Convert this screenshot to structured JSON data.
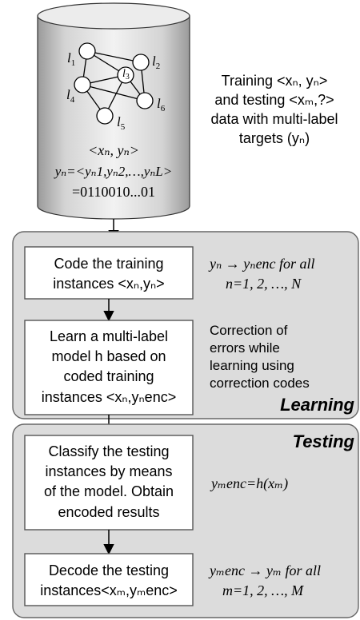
{
  "graph": {
    "nodes": [
      {
        "id": "l1",
        "label": "l",
        "sub": "1"
      },
      {
        "id": "l2",
        "label": "l",
        "sub": "2"
      },
      {
        "id": "l3",
        "label": "l",
        "sub": "3"
      },
      {
        "id": "l4",
        "label": "l",
        "sub": "4"
      },
      {
        "id": "l5",
        "label": "l",
        "sub": "5"
      },
      {
        "id": "l6",
        "label": "l",
        "sub": "6"
      }
    ]
  },
  "cylinder": {
    "pair": "<xₙ, yₙ>",
    "vector": "yₙ=<yₙ1,yₙ2,…,yₙL>",
    "code": "=0110010...01"
  },
  "data_note": {
    "line1": "Training <xₙ, yₙ>",
    "line2": "and testing <xₘ,?>",
    "line3": "data with multi-label",
    "line4": "targets (yₙ)"
  },
  "learning": {
    "title": "Learning",
    "step1": {
      "line1": "Code the training",
      "line2": "instances <xₙ,yₙ>"
    },
    "step1_formula": {
      "line1": "yₙ → yₙenc for all",
      "line2": "n=1, 2, …, N"
    },
    "step2": {
      "line1": "Learn a multi-label",
      "line2": "model h based on",
      "line3": "coded training",
      "line4": "instances <xₙ,yₙenc>"
    },
    "step2_note": {
      "line1": "Correction of",
      "line2": "errors while",
      "line3": "learning using",
      "line4": "correction codes"
    }
  },
  "testing": {
    "title": "Testing",
    "step1": {
      "line1": "Classify the testing",
      "line2": "instances by means",
      "line3": "of  the model. Obtain",
      "line4": "encoded results"
    },
    "step1_formula": "yₘenc=h(xₘ)",
    "step2": {
      "line1": "Decode the testing",
      "line2": "instances<xₘ,yₘenc>"
    },
    "step2_formula": {
      "line1": "yₘenc → yₘ for all",
      "line2": "m=1, 2, …, M"
    }
  }
}
